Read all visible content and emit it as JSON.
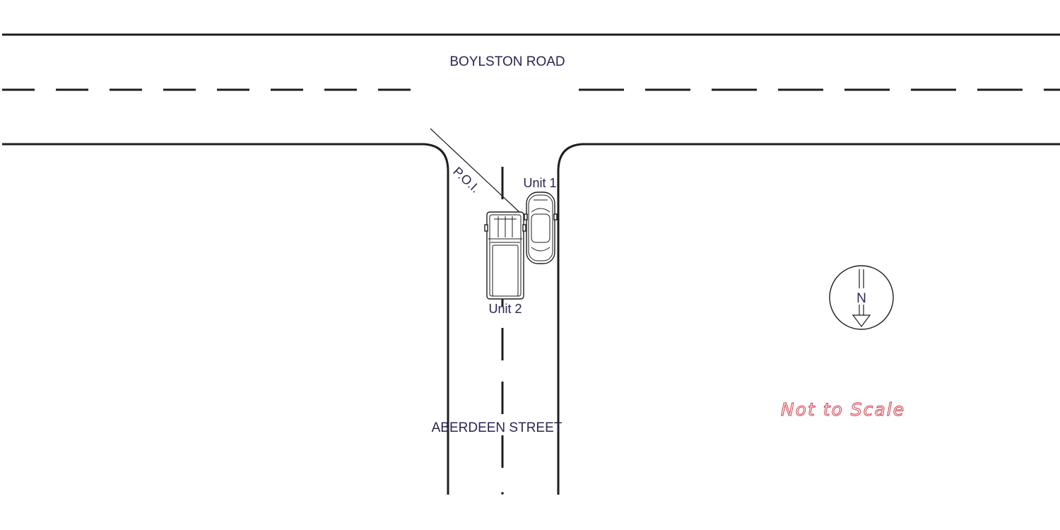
{
  "roads": {
    "main_road_name": "BOYLSTON ROAD",
    "side_road_name": "ABERDEEN STREET"
  },
  "vehicles": {
    "unit1_label": "Unit 1",
    "unit2_label": "Unit 2"
  },
  "impact": {
    "label": "P.O.I."
  },
  "compass": {
    "letter": "N"
  },
  "scale_note": "Not to Scale",
  "colors": {
    "lines": "#1e1e1e",
    "labels": "#2a2550",
    "scale_note": "#d23a4a"
  }
}
